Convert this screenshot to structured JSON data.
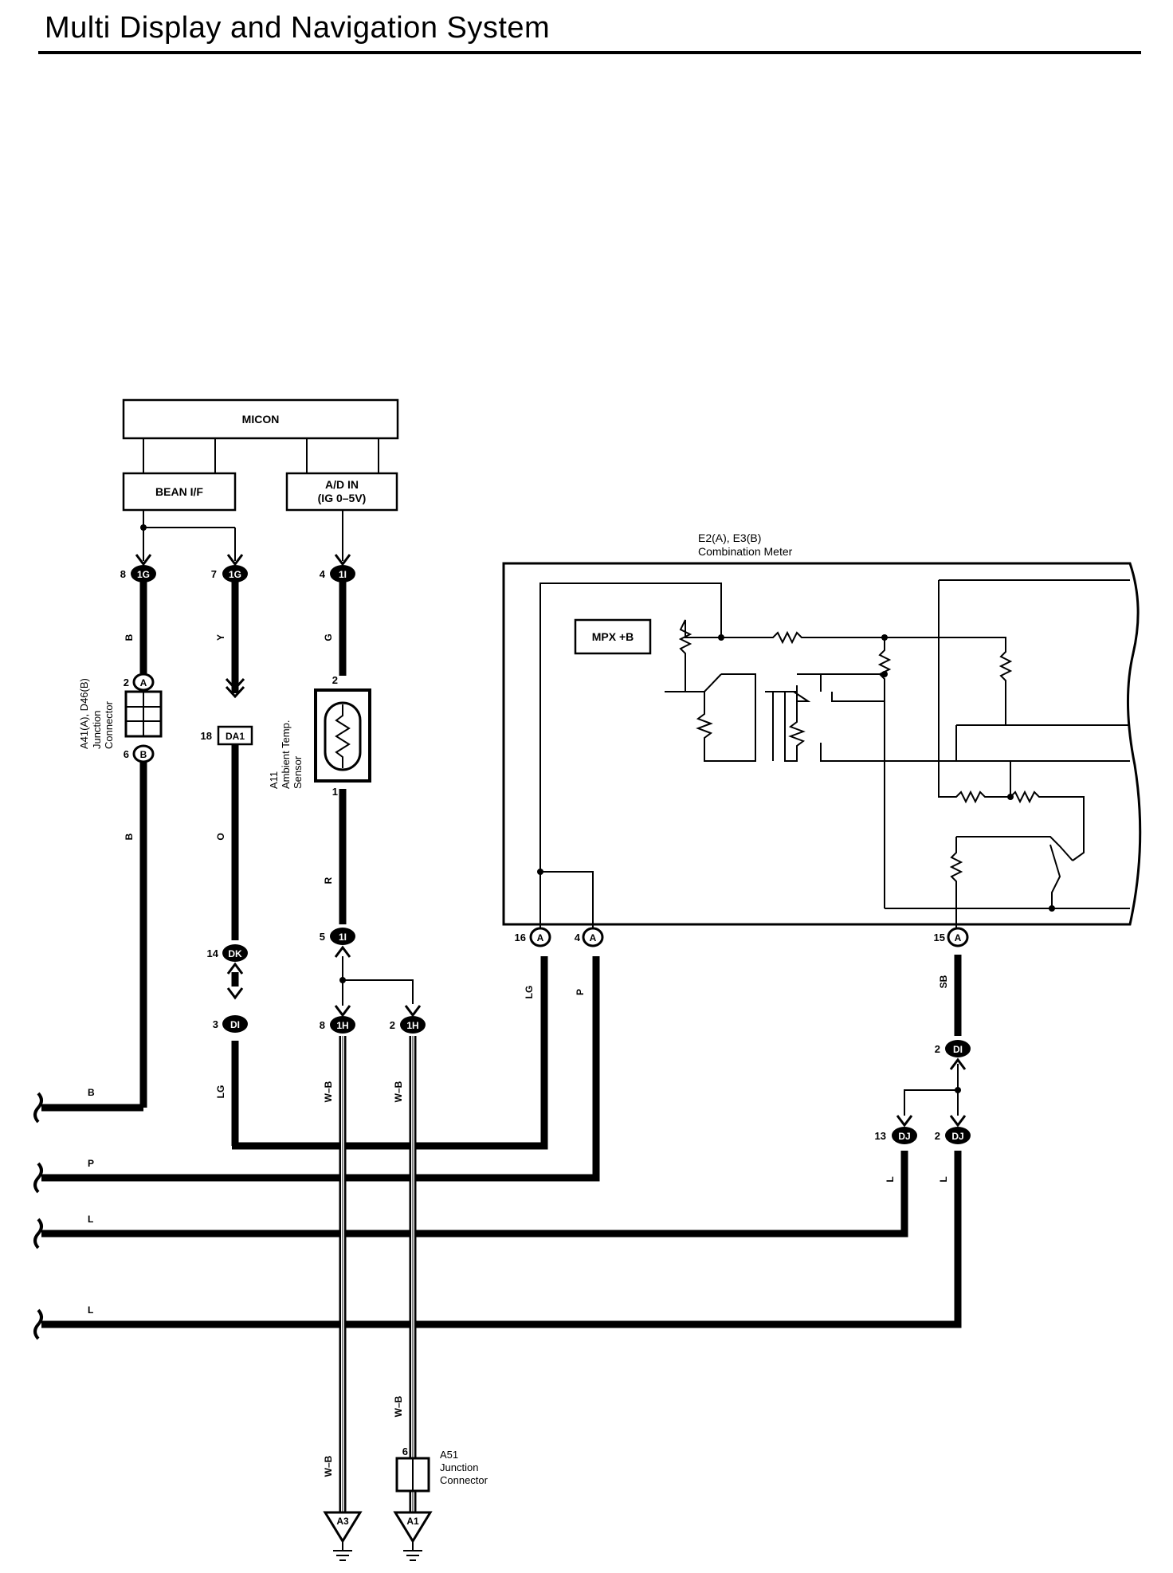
{
  "title": "Multi Display and Navigation System",
  "blocks": {
    "micon": "MICON",
    "bean": "BEAN I/F",
    "ad_in_1": "A/D IN",
    "ad_in_2": "(IG 0–5V)",
    "mpx": "MPX +B"
  },
  "meter": {
    "id": "E2(A), E3(B)",
    "name": "Combination Meter"
  },
  "junction_a41": {
    "id": "A41(A), D46(B)",
    "name1": "Junction",
    "name2": "Connector"
  },
  "sensor_a11": {
    "id": "A11",
    "name1": "Ambient Temp.",
    "name2": "Sensor"
  },
  "junction_a51": {
    "id": "A51",
    "name1": "Junction",
    "name2": "Connector"
  },
  "connectors": {
    "c1": "1G",
    "c2": "1G",
    "c3": "1I",
    "c4": "A",
    "c5": "B",
    "c6": "DA1",
    "c7": "DK",
    "c8": "DI",
    "c9": "1I",
    "c10": "1H",
    "c11": "1H",
    "c12": "A",
    "c13": "A",
    "c14": "A",
    "c15": "DI",
    "c16": "DJ",
    "c17": "DJ",
    "g1": "A3",
    "g2": "A1"
  },
  "pins": {
    "p1": "8",
    "p2": "7",
    "p3": "4",
    "p4": "2",
    "p5": "6",
    "p6": "18",
    "p7": "2",
    "p8": "1",
    "p9": "14",
    "p10": "3",
    "p11": "5",
    "p12": "8",
    "p13": "2",
    "p14": "16",
    "p15": "4",
    "p16": "15",
    "p17": "2",
    "p18": "13",
    "p19": "2",
    "p20": "6"
  },
  "wire_colors": {
    "w1": "B",
    "w2": "Y",
    "w3": "G",
    "w4": "B",
    "w5": "O",
    "w6": "R",
    "w7": "LG",
    "w8": "W–B",
    "w9": "W–B",
    "w10": "LG",
    "w11": "P",
    "w12": "SB",
    "w13": "L",
    "w14": "L",
    "w15": "W–B",
    "w16": "W–B",
    "e1": "B",
    "e2": "P",
    "e3": "L",
    "e4": "L"
  }
}
